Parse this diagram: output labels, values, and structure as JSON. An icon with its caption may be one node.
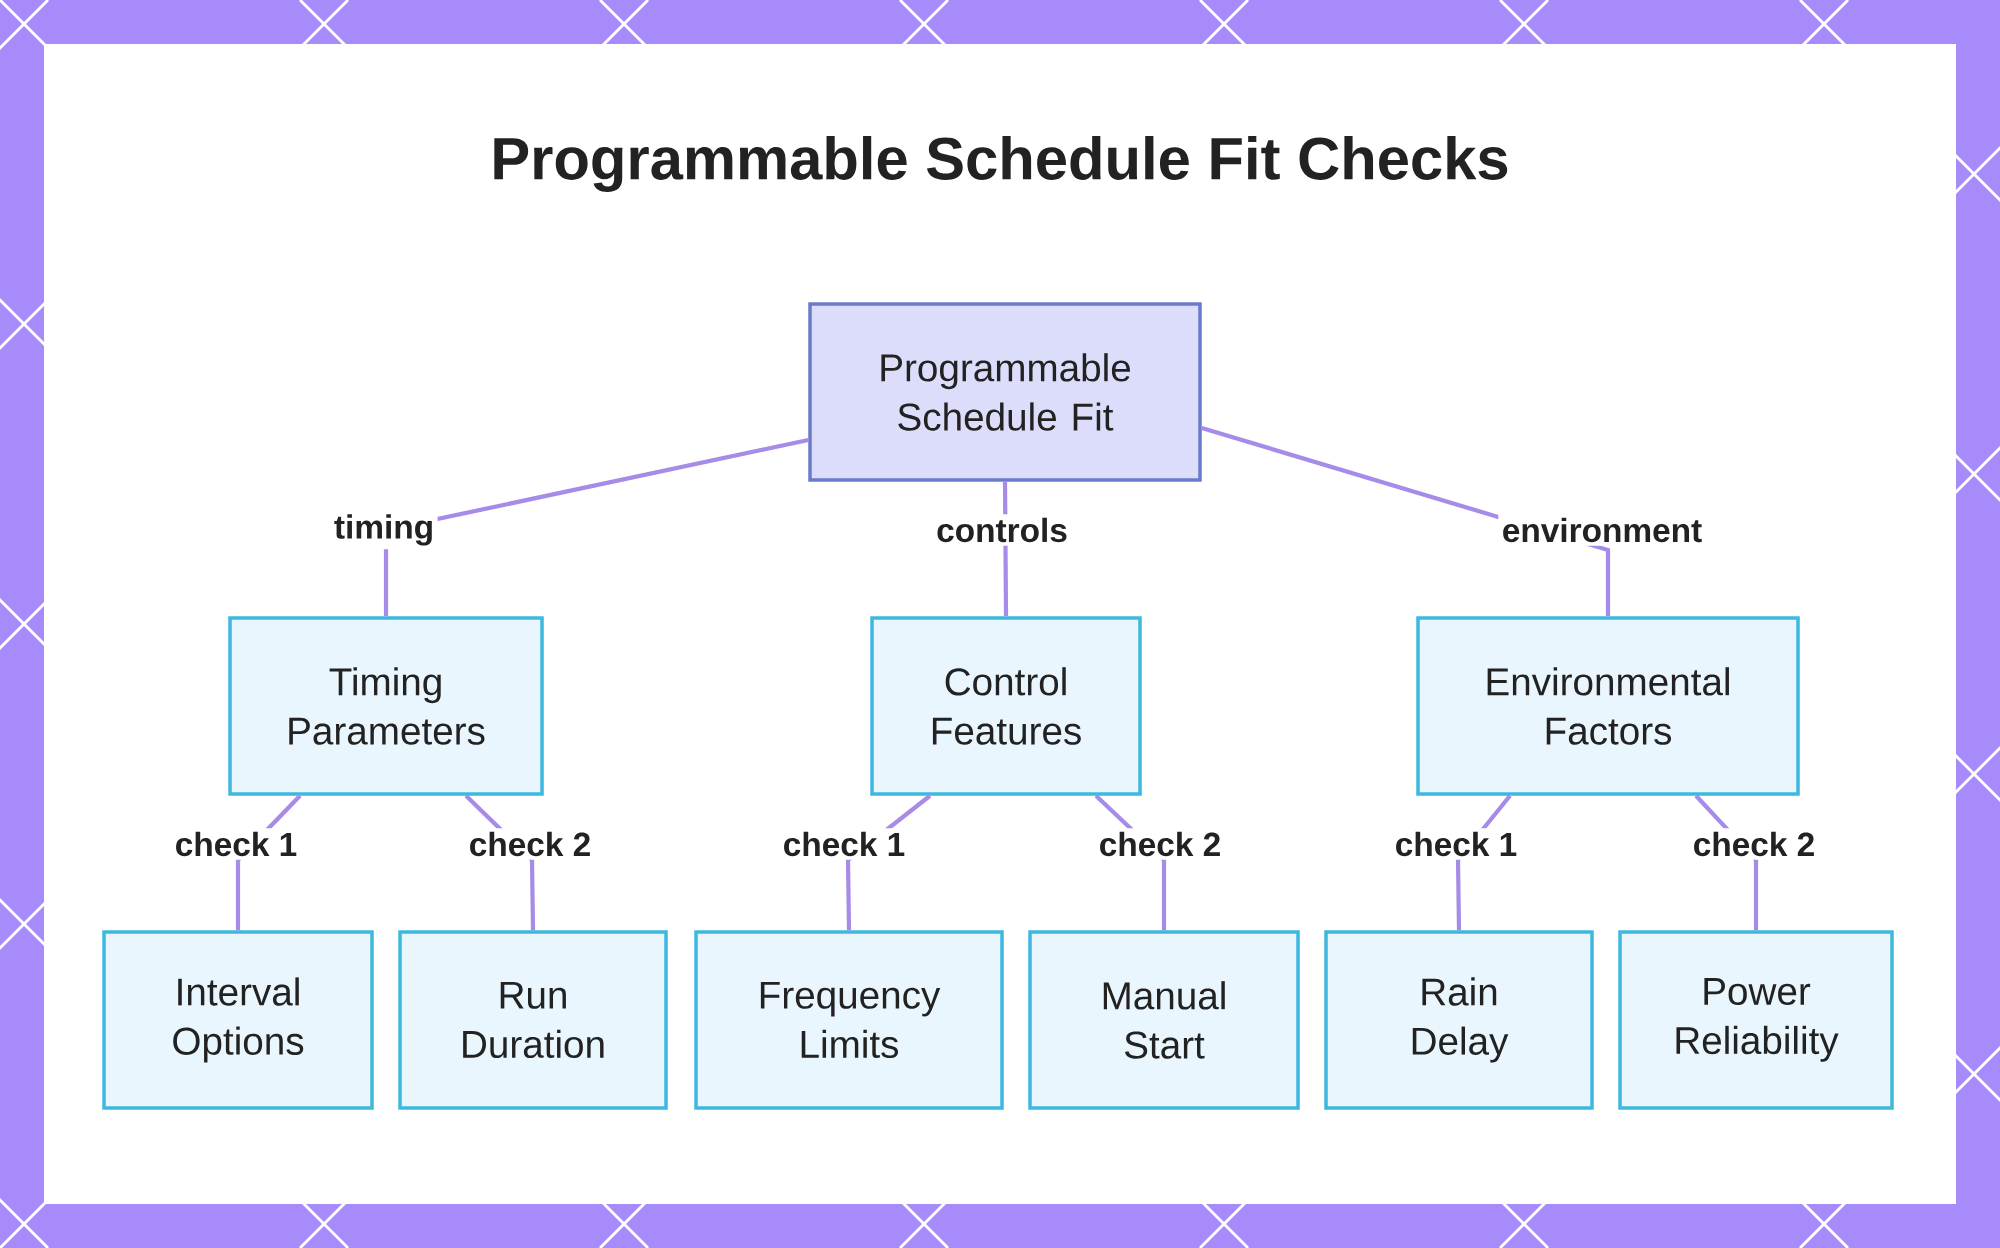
{
  "diagram": {
    "title": "Programmable Schedule Fit Checks",
    "nodes": [
      {
        "text": [
          "Programmable Schedule Fit"
        ]
      },
      {
        "text": [
          "Timing Parameters"
        ]
      },
      {
        "text": [
          "Control Features"
        ]
      },
      {
        "text": [
          "Environmental Factors"
        ]
      },
      {
        "text": [
          "Interval Options"
        ]
      },
      {
        "text": [
          "Run Duration"
        ]
      },
      {
        "text": [
          "Frequency Limits"
        ]
      },
      {
        "text": [
          "Manual Start"
        ]
      },
      {
        "text": [
          "Rain Delay"
        ]
      },
      {
        "text": [
          "Power Reliability"
        ]
      }
    ],
    "edges": [
      {
        "from": 0,
        "to": 1,
        "arrow": "none",
        "label": "timing"
      },
      {
        "from": 0,
        "to": 2,
        "arrow": "none",
        "label": "controls"
      },
      {
        "from": 0,
        "to": 3,
        "arrow": "none",
        "label": "environment"
      },
      {
        "from": 1,
        "to": 4,
        "arrow": "none",
        "label": "check 1"
      },
      {
        "from": 1,
        "to": 5,
        "arrow": "none",
        "label": "check 2"
      },
      {
        "from": 2,
        "to": 6,
        "arrow": "none",
        "label": "check 1"
      },
      {
        "from": 2,
        "to": 7,
        "arrow": "none",
        "label": "check 2"
      },
      {
        "from": 3,
        "to": 8,
        "arrow": "none",
        "label": "check 1"
      },
      {
        "from": 3,
        "to": 9,
        "arrow": "none",
        "label": "check 2"
      }
    ]
  }
}
